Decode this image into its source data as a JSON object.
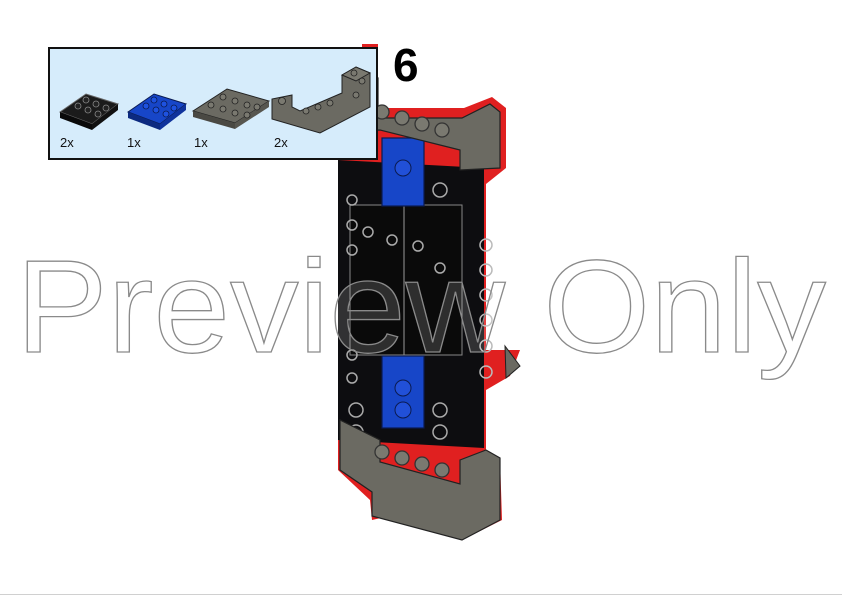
{
  "step": {
    "number": "6"
  },
  "parts": [
    {
      "qty": "2x",
      "name": "black-plate-2x3",
      "color": "#1b1b1b"
    },
    {
      "qty": "1x",
      "name": "blue-plate-2x3",
      "color": "#1746c8"
    },
    {
      "qty": "1x",
      "name": "gray-plate-2x4",
      "color": "#6b6b62"
    },
    {
      "qty": "2x",
      "name": "gray-bracket",
      "color": "#6b6b62"
    }
  ],
  "watermark": {
    "text": "Preview Only"
  },
  "colors": {
    "black": "#0d0d10",
    "blue": "#1746c8",
    "gray": "#6b6a62",
    "outline": "#e02020",
    "panel_bg": "#d6ecfb"
  }
}
